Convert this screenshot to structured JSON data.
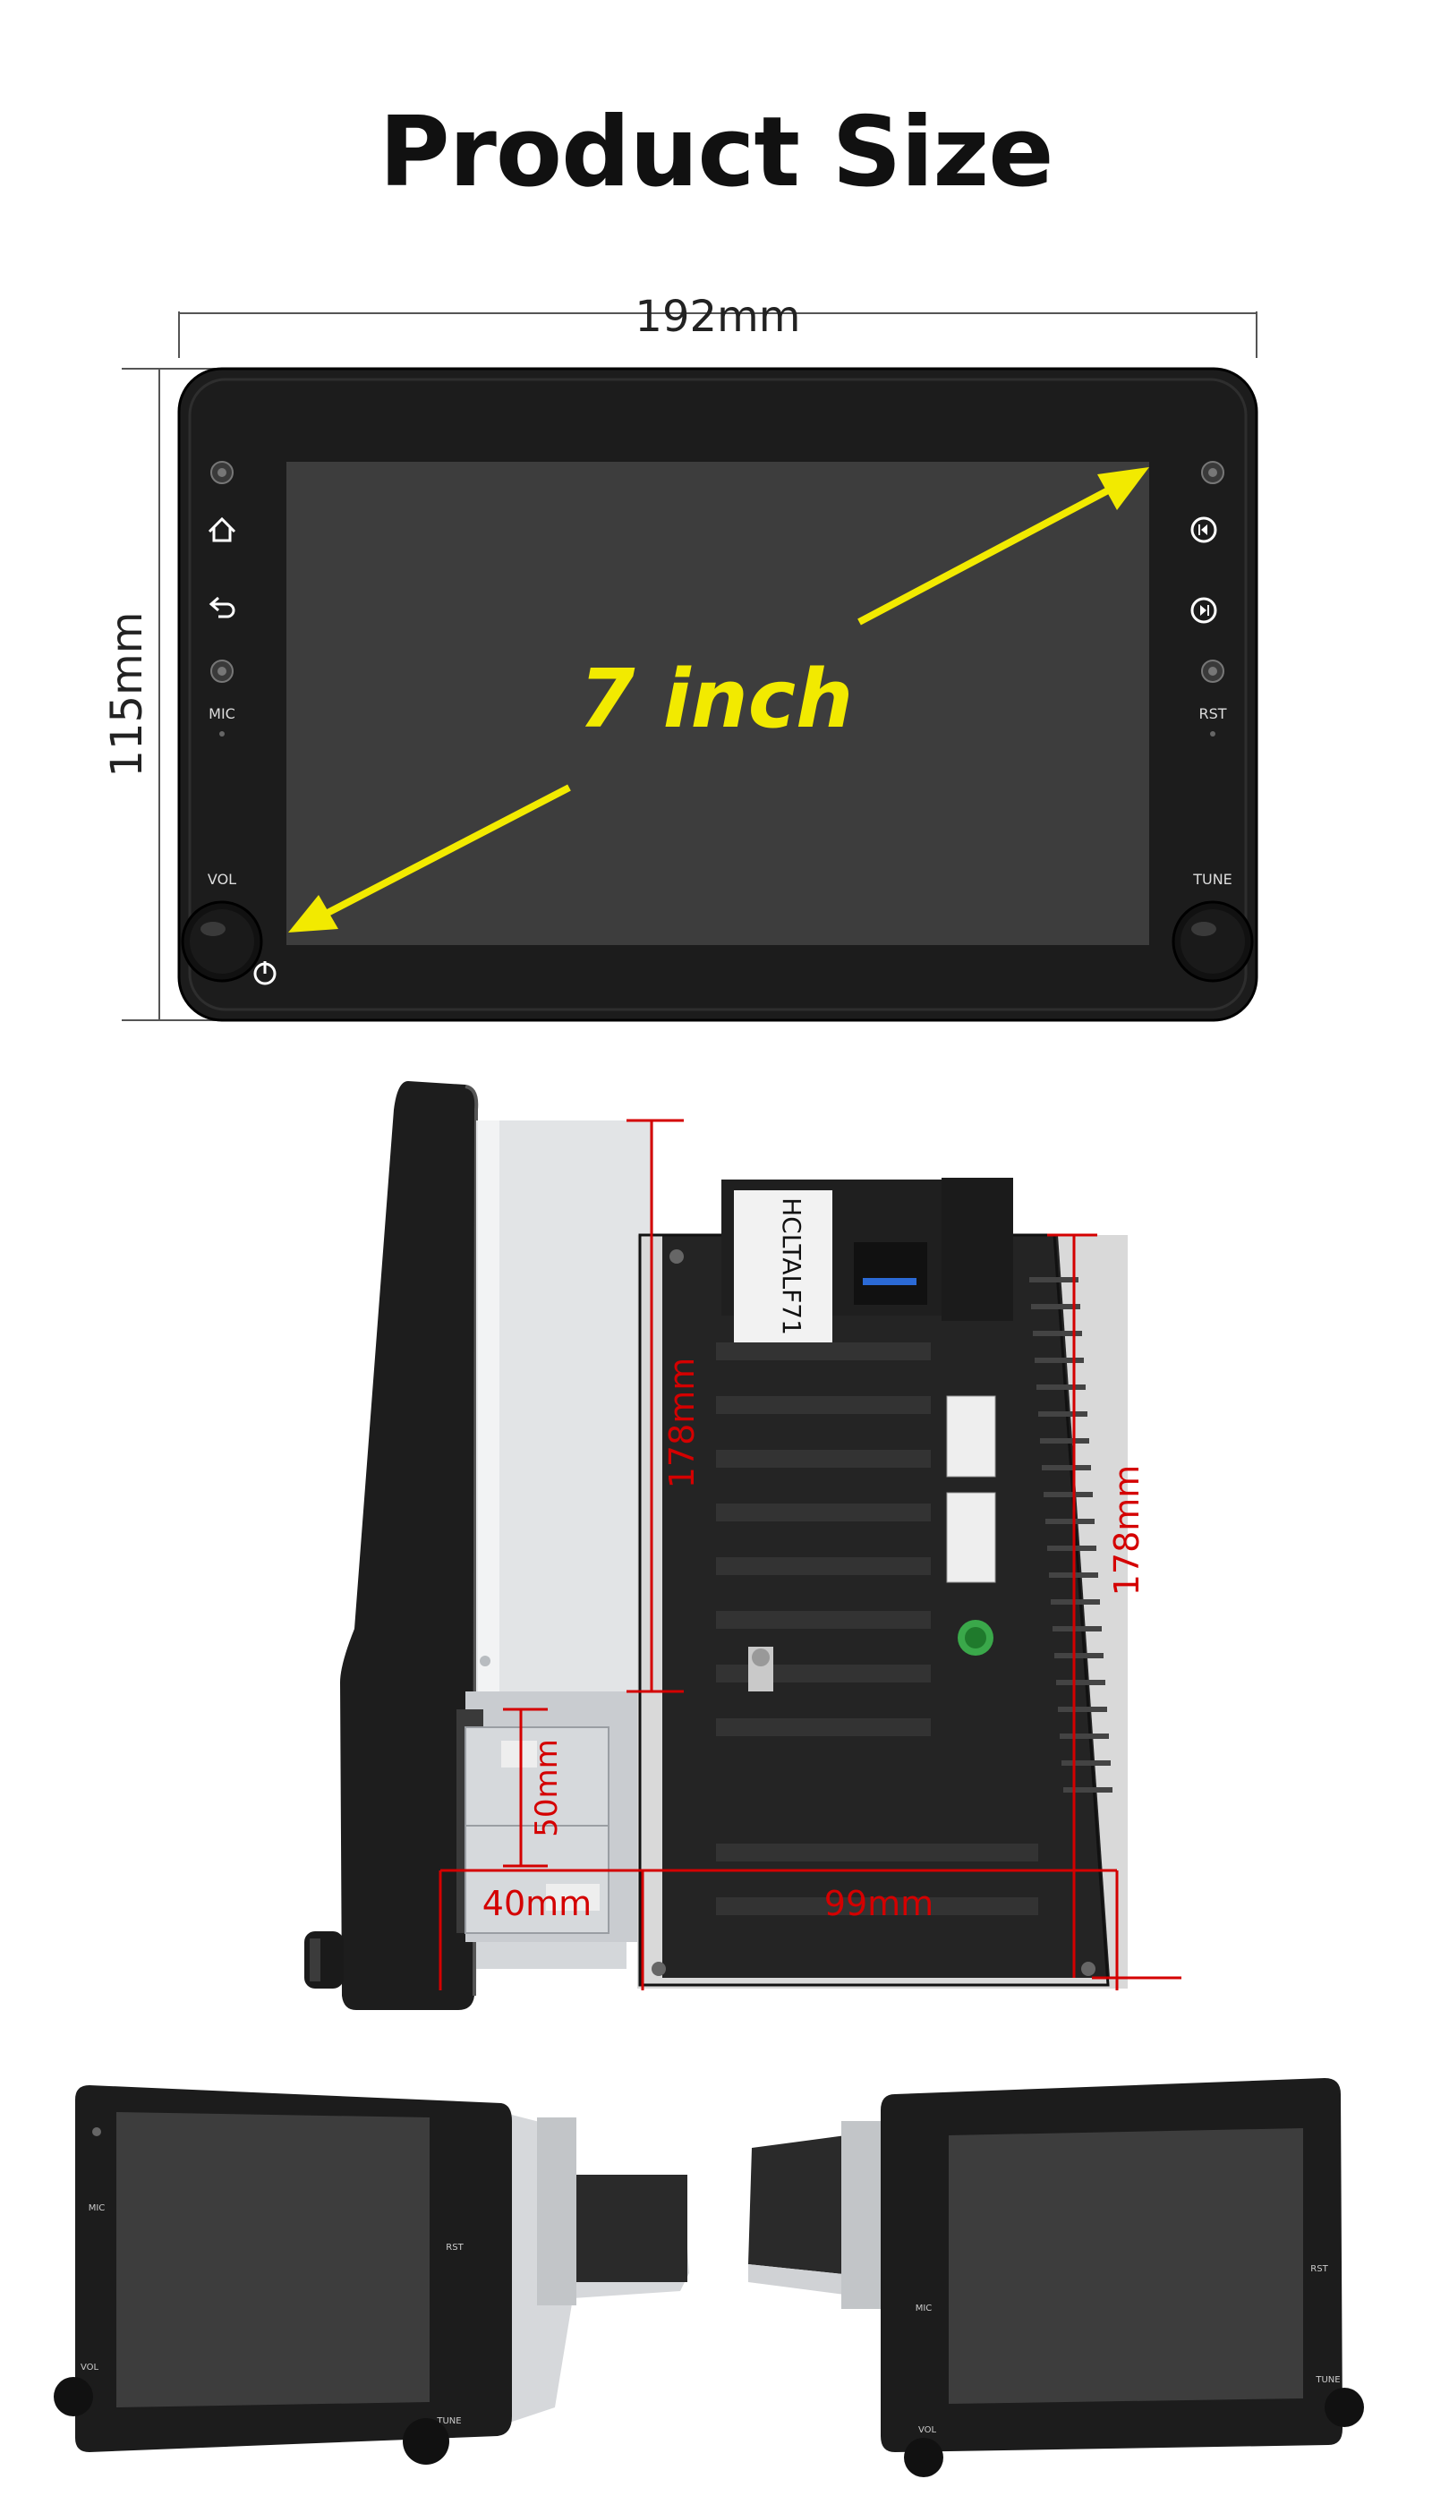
{
  "title": "Product Size",
  "front_view": {
    "width_label": "192mm",
    "height_label": "115mm",
    "screen_label": "7 inch",
    "left_buttons": {
      "mic": "MIC",
      "vol": "VOL"
    },
    "right_buttons": {
      "rst": "RST",
      "tune": "TUNE"
    },
    "icons": [
      "home-icon",
      "back-icon",
      "prev-track-icon",
      "next-track-icon",
      "power-icon"
    ]
  },
  "side_view": {
    "label_tag": "HCLTALF71",
    "depth_label_1": "178mm",
    "depth_label_2": "178mm",
    "bracket_label": "50mm",
    "front_depth_label": "40mm",
    "body_depth_label": "99mm"
  },
  "bottom_views": {
    "left": {
      "mic": "MIC",
      "rst": "RST",
      "vol": "VOL",
      "tune": "TUNE"
    },
    "right": {
      "mic": "MIC",
      "rst": "RST",
      "vol": "VOL",
      "tune": "TUNE"
    }
  },
  "colors": {
    "dimension_line": "#555555",
    "dimension_red": "#d40000",
    "arrow_yellow": "#f2ea00",
    "device_body": "#1c1c1c",
    "screen": "#3d3d3d"
  }
}
